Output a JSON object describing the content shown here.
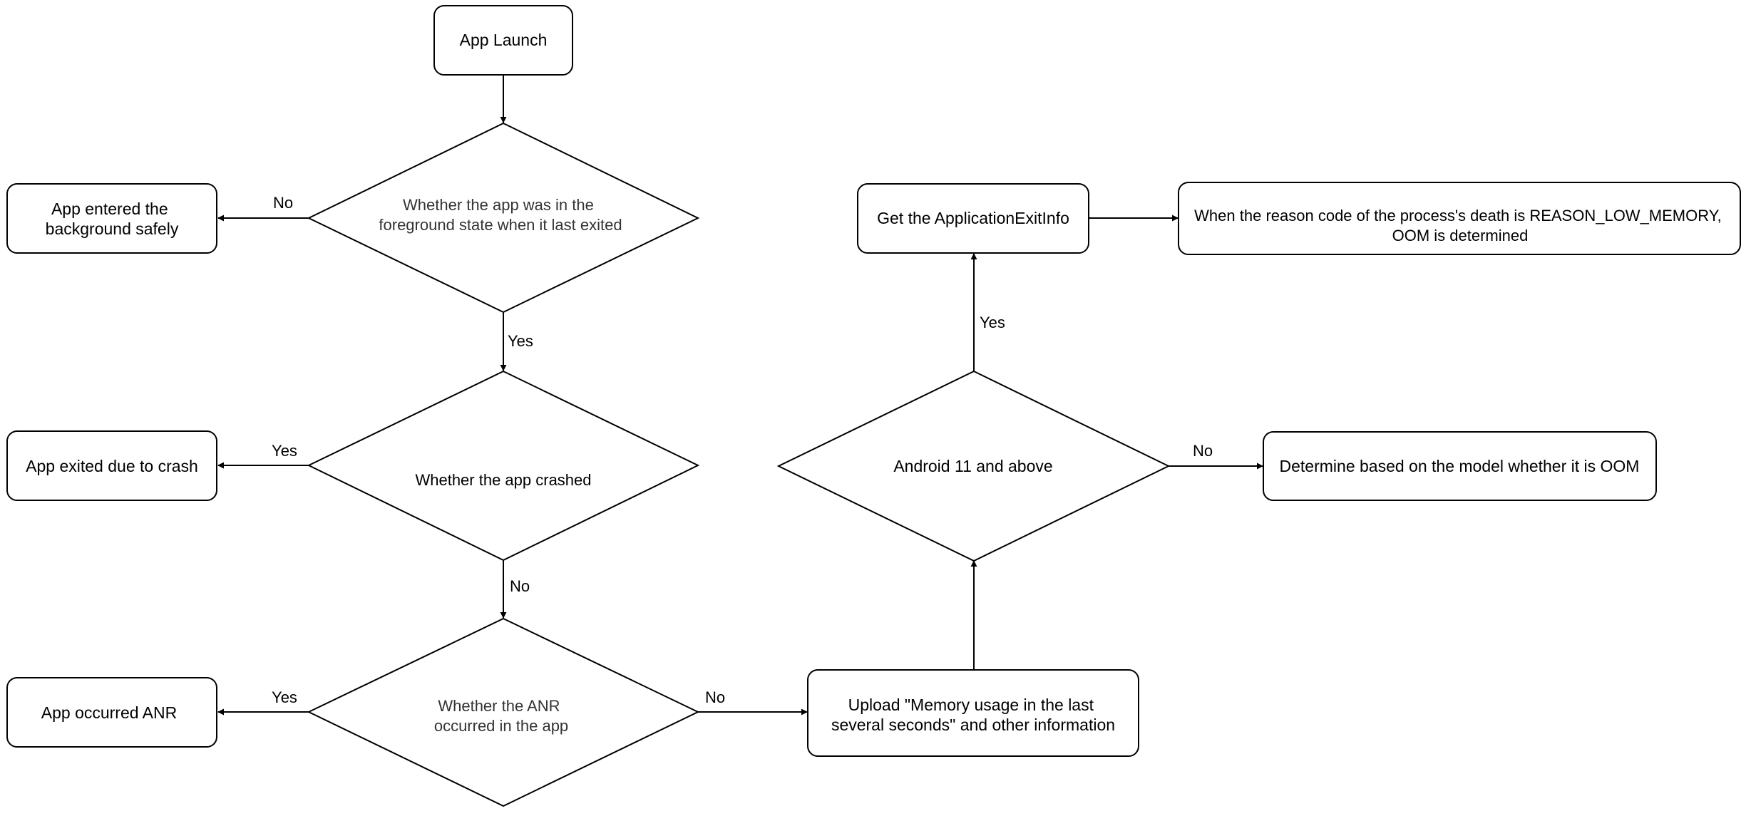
{
  "nodes": {
    "app_launch": "App Launch",
    "q_foreground": [
      "Whether the app was in the",
      "foreground  state when it last exited"
    ],
    "background_safe": [
      "App entered the",
      "background safely"
    ],
    "q_crashed": "Whether the app crashed",
    "exited_crash": "App exited due to crash",
    "q_anr": [
      "Whether the ANR",
      "occurred in the app"
    ],
    "occurred_anr": "App occurred ANR",
    "upload_memory": [
      "Upload \"Memory usage in the last",
      "several seconds\" and other information"
    ],
    "q_android11": "Android 11 and above",
    "get_exit_info": "Get the ApplicationExitInfo",
    "oom_determined": [
      "When the reason code of the process's death is REASON_LOW_MEMORY,",
      "OOM is determined"
    ],
    "model_oom": "Determine based on the model whether it is OOM"
  },
  "edges": {
    "foreground_no": "No",
    "foreground_yes": "Yes",
    "crashed_yes": "Yes",
    "crashed_no": "No",
    "anr_yes": "Yes",
    "anr_no": "No",
    "android11_yes": "Yes",
    "android11_no": "No"
  }
}
